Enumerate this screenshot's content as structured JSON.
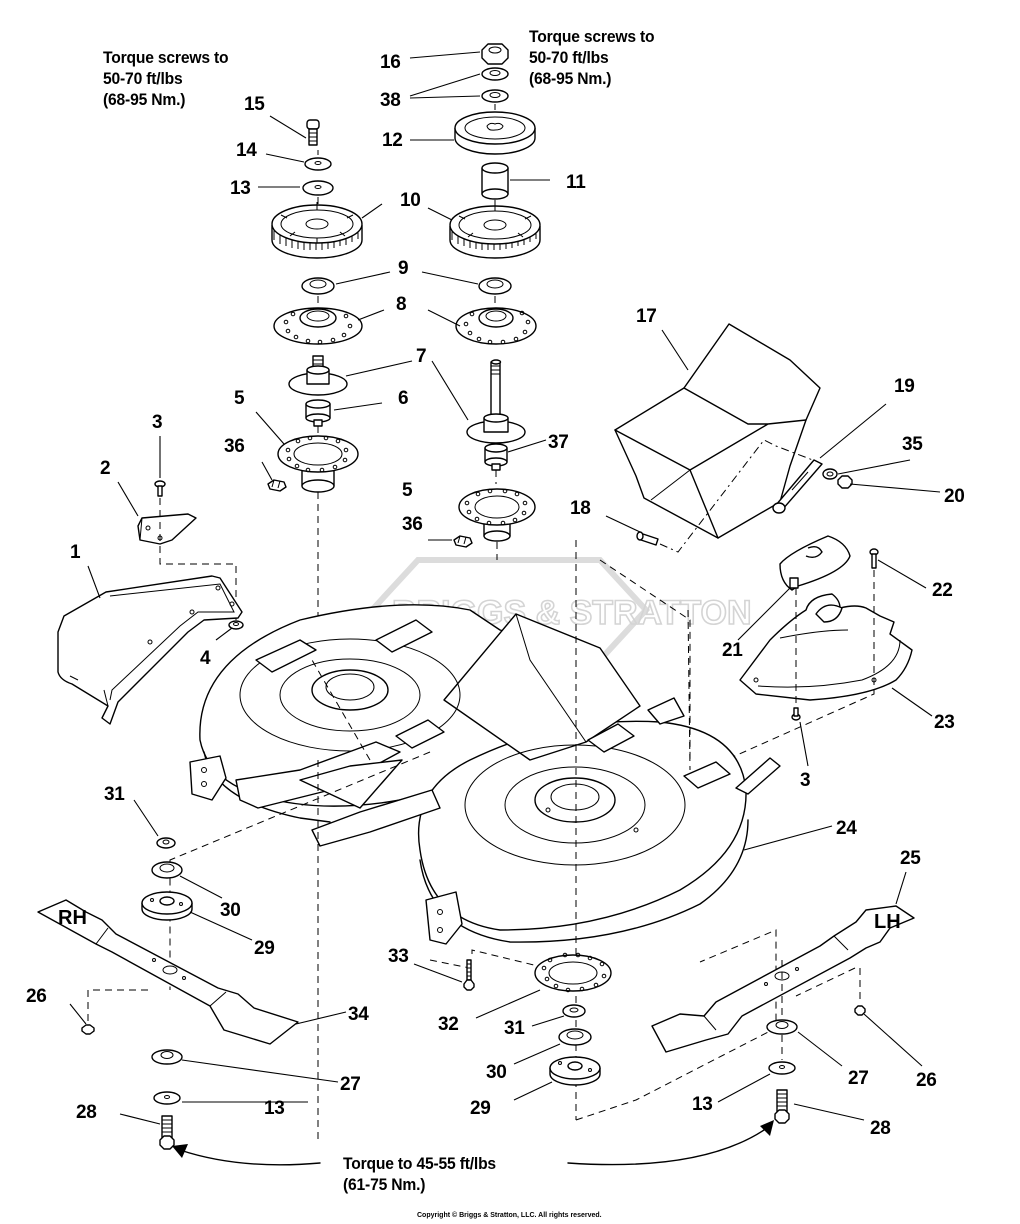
{
  "diagram": {
    "title": "Mower Deck Exploded Parts Diagram",
    "watermark": "BRIGGS & STRATTON",
    "copyright": "Copyright © Briggs & Stratton, LLC. All rights reserved.",
    "notes": {
      "torque_left": "Torque screws to\n50-70 ft/lbs\n(68-95 Nm.)",
      "torque_right": "Torque screws to\n50-70 ft/lbs\n(68-95 Nm.)",
      "torque_blades": "Torque to 45-55 ft/lbs\n(61-75 Nm.)"
    },
    "blade_labels": {
      "right_hand": "RH",
      "left_hand": "LH"
    },
    "callouts": [
      {
        "id": "c1",
        "part": "1",
        "desc": "Belt cover (left)"
      },
      {
        "id": "c2",
        "part": "2",
        "desc": "Bracket"
      },
      {
        "id": "c3a",
        "part": "3",
        "desc": "Screw"
      },
      {
        "id": "c3b",
        "part": "3",
        "desc": "Screw"
      },
      {
        "id": "c4",
        "part": "4",
        "desc": "Nut"
      },
      {
        "id": "c5a",
        "part": "5",
        "desc": "Spindle housing"
      },
      {
        "id": "c5b",
        "part": "5",
        "desc": "Spindle housing"
      },
      {
        "id": "c6",
        "part": "6",
        "desc": "Bearing"
      },
      {
        "id": "c7a",
        "part": "7",
        "desc": "Spindle shaft"
      },
      {
        "id": "c7b",
        "part": "7",
        "desc": "Spindle shaft"
      },
      {
        "id": "c8a",
        "part": "8",
        "desc": "Bearing housing"
      },
      {
        "id": "c8b",
        "part": "8",
        "desc": "Bearing housing"
      },
      {
        "id": "c9",
        "part": "9",
        "desc": "Bearing"
      },
      {
        "id": "c10a",
        "part": "10",
        "desc": "Pulley"
      },
      {
        "id": "c10b",
        "part": "10",
        "desc": "Pulley"
      },
      {
        "id": "c11",
        "part": "11",
        "desc": "Spacer"
      },
      {
        "id": "c12",
        "part": "12",
        "desc": "Pulley"
      },
      {
        "id": "c13a",
        "part": "13",
        "desc": "Washer"
      },
      {
        "id": "c13b",
        "part": "13",
        "desc": "Washer"
      },
      {
        "id": "c13c",
        "part": "13",
        "desc": "Washer"
      },
      {
        "id": "c14",
        "part": "14",
        "desc": "Lock washer"
      },
      {
        "id": "c15",
        "part": "15",
        "desc": "Screw"
      },
      {
        "id": "c16",
        "part": "16",
        "desc": "Nut"
      },
      {
        "id": "c17",
        "part": "17",
        "desc": "Discharge chute"
      },
      {
        "id": "c18",
        "part": "18",
        "desc": "Bolt"
      },
      {
        "id": "c19",
        "part": "19",
        "desc": "Spring/rod"
      },
      {
        "id": "c20",
        "part": "20",
        "desc": "Nut"
      },
      {
        "id": "c21",
        "part": "21",
        "desc": "Shield"
      },
      {
        "id": "c22",
        "part": "22",
        "desc": "Screw"
      },
      {
        "id": "c23",
        "part": "23",
        "desc": "Belt cover (right)"
      },
      {
        "id": "c24",
        "part": "24",
        "desc": "Deck housing"
      },
      {
        "id": "c25",
        "part": "25",
        "desc": "Blade LH"
      },
      {
        "id": "c26a",
        "part": "26",
        "desc": "Screw"
      },
      {
        "id": "c26b",
        "part": "26",
        "desc": "Screw"
      },
      {
        "id": "c27a",
        "part": "27",
        "desc": "Blade adapter"
      },
      {
        "id": "c27b",
        "part": "27",
        "desc": "Blade adapter"
      },
      {
        "id": "c28a",
        "part": "28",
        "desc": "Blade bolt"
      },
      {
        "id": "c28b",
        "part": "28",
        "desc": "Blade bolt"
      },
      {
        "id": "c29a",
        "part": "29",
        "desc": "Hub"
      },
      {
        "id": "c29b",
        "part": "29",
        "desc": "Hub"
      },
      {
        "id": "c30a",
        "part": "30",
        "desc": "Bearing"
      },
      {
        "id": "c30b",
        "part": "30",
        "desc": "Bearing"
      },
      {
        "id": "c31a",
        "part": "31",
        "desc": "Washer"
      },
      {
        "id": "c31b",
        "part": "31",
        "desc": "Washer"
      },
      {
        "id": "c32",
        "part": "32",
        "desc": "Gasket"
      },
      {
        "id": "c33",
        "part": "33",
        "desc": "Screw"
      },
      {
        "id": "c34",
        "part": "34",
        "desc": "Blade RH"
      },
      {
        "id": "c35",
        "part": "35",
        "desc": "Washer"
      },
      {
        "id": "c36a",
        "part": "36",
        "desc": "Grease fitting"
      },
      {
        "id": "c36b",
        "part": "36",
        "desc": "Grease fitting"
      },
      {
        "id": "c37",
        "part": "37",
        "desc": "Bearing"
      },
      {
        "id": "c38",
        "part": "38",
        "desc": "Washer"
      }
    ]
  }
}
